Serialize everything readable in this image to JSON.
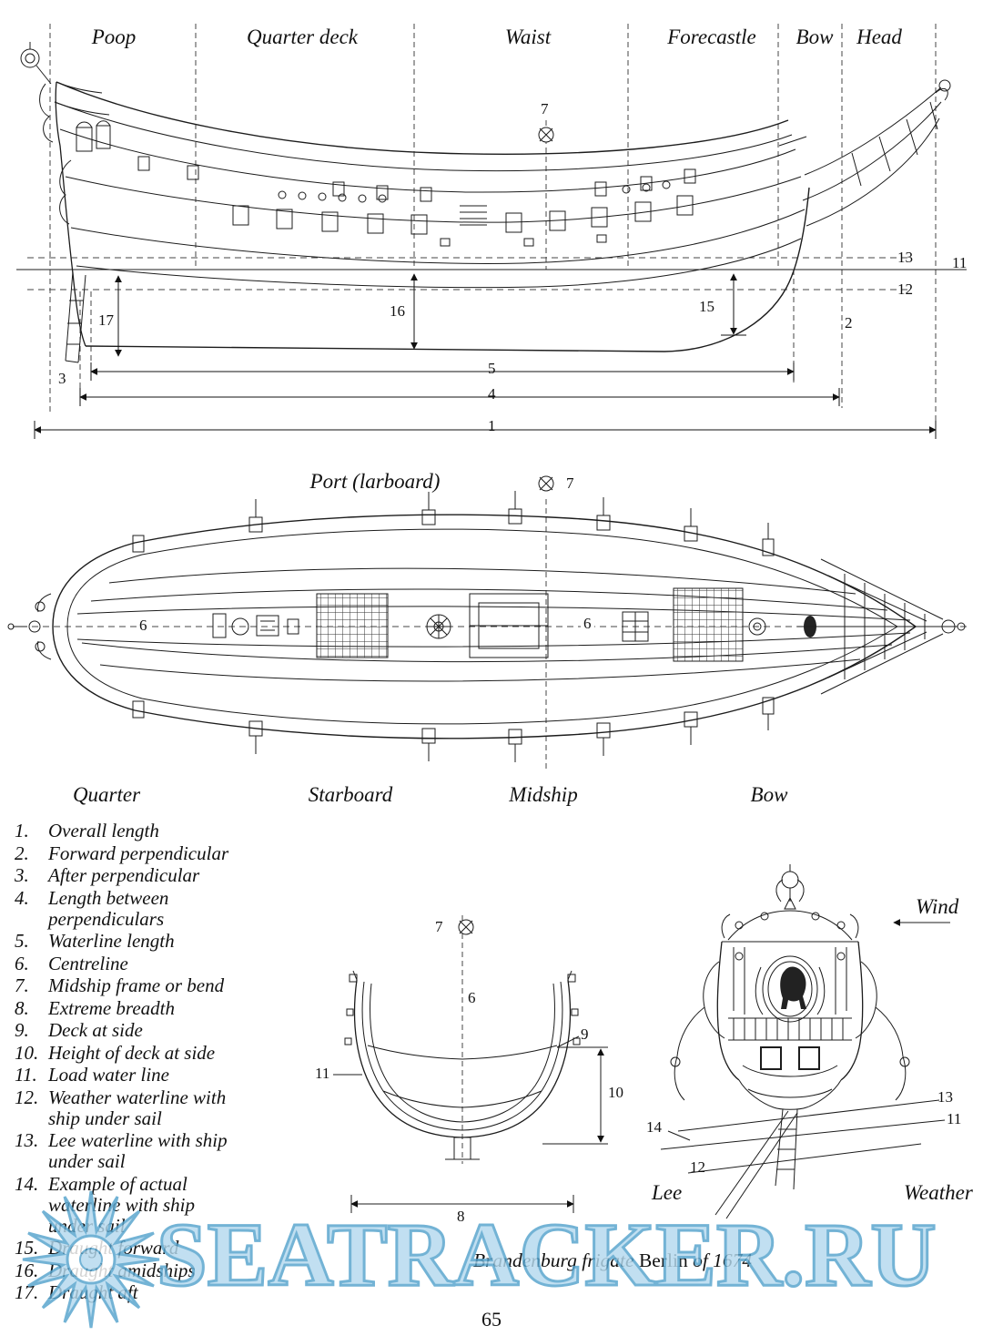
{
  "page": {
    "number": "65",
    "caption": {
      "pre": "Brandenburg frigate ",
      "name": "Berlin",
      "post": " of 1674"
    }
  },
  "watermark": {
    "text": "SEATRACKER.RU",
    "fill_color": "#b4d9ee",
    "outline_color": "#55a3cd"
  },
  "side_view": {
    "labels": {
      "poop": "Poop",
      "quarter_deck": "Quarter deck",
      "waist": "Waist",
      "forecastle": "Forecastle",
      "bow": "Bow",
      "head": "Head"
    },
    "callouts": {
      "n7": "7",
      "n13": "13",
      "n11": "11",
      "n12": "12",
      "n16": "16",
      "n15": "15",
      "n2": "2",
      "n17": "17",
      "n3": "3",
      "n5": "5",
      "n4": "4",
      "n1": "1"
    }
  },
  "plan_view": {
    "title": "Port (larboard)",
    "callouts": {
      "n7": "7",
      "n6_aft": "6",
      "n6_fwd": "6"
    },
    "labels": {
      "quarter": "Quarter",
      "starboard": "Starboard",
      "midship": "Midship",
      "bow": "Bow"
    }
  },
  "section_view": {
    "callouts": {
      "n7": "7",
      "n6": "6",
      "n9": "9",
      "n11": "11",
      "n10": "10",
      "n8": "8"
    }
  },
  "stern_view": {
    "wind": "Wind",
    "lee": "Lee",
    "weather": "Weather",
    "callouts": {
      "n13": "13",
      "n11": "11",
      "n14": "14",
      "n12": "12"
    }
  },
  "legend": {
    "items": [
      {
        "num": "1.",
        "text": "Overall length"
      },
      {
        "num": "2.",
        "text": "Forward perpendicular"
      },
      {
        "num": "3.",
        "text": "After perpendicular"
      },
      {
        "num": "4.",
        "text": "Length between perpendiculars"
      },
      {
        "num": "5.",
        "text": "Waterline length"
      },
      {
        "num": "6.",
        "text": "Centreline"
      },
      {
        "num": "7.",
        "text": "Midship frame or bend"
      },
      {
        "num": "8.",
        "text": "Extreme breadth"
      },
      {
        "num": "9.",
        "text": "Deck at side"
      },
      {
        "num": "10.",
        "text": "Height of deck at side"
      },
      {
        "num": "11.",
        "text": "Load water line"
      },
      {
        "num": "12.",
        "text": "Weather waterline with ship under sail"
      },
      {
        "num": "13.",
        "text": "Lee waterline with ship under sail"
      },
      {
        "num": "14.",
        "text": "Example of actual waterline with ship under sail"
      },
      {
        "num": "15.",
        "text": "Draught forward"
      },
      {
        "num": "16.",
        "text": "Draught amidships"
      },
      {
        "num": "17.",
        "text": "Draught aft"
      }
    ]
  }
}
